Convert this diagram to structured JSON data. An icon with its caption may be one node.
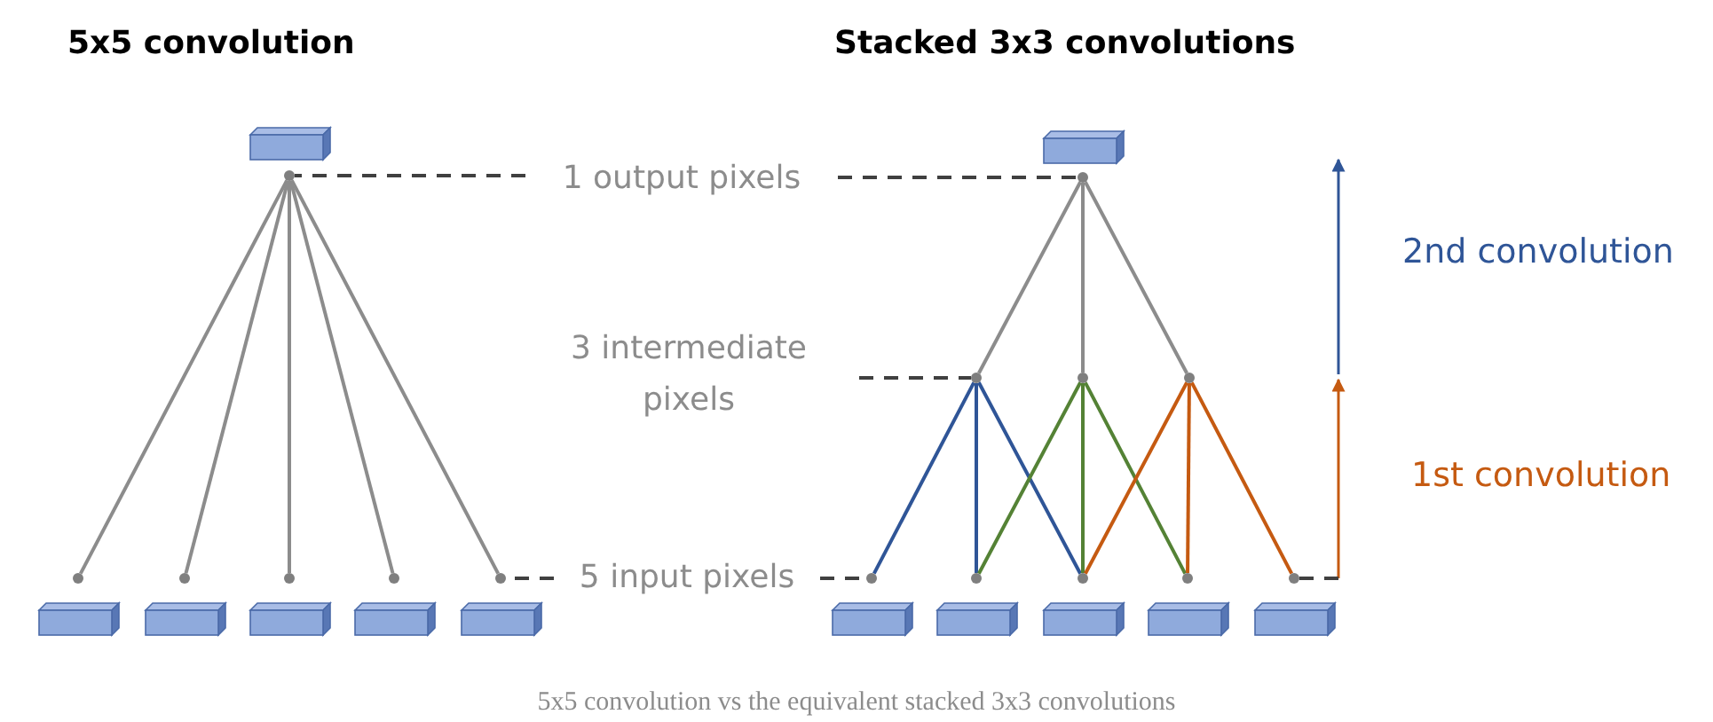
{
  "diagram": {
    "caption": "5x5 convolution vs the equivalent stacked 3x3 convolutions",
    "nodes": [
      {
        "text": [
          "1 output pixels"
        ]
      },
      {
        "text": [
          "3 intermediate pixels"
        ]
      },
      {
        "text": [
          "5 input pixels"
        ]
      },
      {
        "text": [],
        "shape": "circle"
      },
      {
        "text": [],
        "shape": "circle"
      },
      {
        "text": [],
        "shape": "circle"
      },
      {
        "text": [],
        "shape": "circle"
      },
      {
        "text": [],
        "shape": "circle"
      },
      {
        "text": [],
        "shape": "circle"
      },
      {
        "text": [],
        "shape": "circle"
      },
      {
        "text": [],
        "shape": "circle"
      },
      {
        "text": [],
        "shape": "circle"
      },
      {
        "text": [],
        "shape": "circle"
      },
      {
        "text": [],
        "shape": "circle"
      },
      {
        "text": [],
        "shape": "circle"
      },
      {
        "text": [],
        "shape": "circle"
      },
      {
        "text": [],
        "shape": "circle"
      },
      {
        "text": [],
        "shape": "circle"
      }
    ],
    "edges": [
      {
        "from": 3,
        "to": 4,
        "arrow": "none"
      },
      {
        "from": 3,
        "to": 5,
        "arrow": "none"
      },
      {
        "from": 3,
        "to": 6,
        "arrow": "none"
      },
      {
        "from": 3,
        "to": 7,
        "arrow": "none"
      },
      {
        "from": 3,
        "to": 8,
        "arrow": "none"
      },
      {
        "from": 9,
        "to": 10,
        "arrow": "none"
      },
      {
        "from": 9,
        "to": 11,
        "arrow": "none"
      },
      {
        "from": 9,
        "to": 12,
        "arrow": "none"
      },
      {
        "from": 10,
        "to": 13,
        "arrow": "none",
        "color": "#2f5597"
      },
      {
        "from": 10,
        "to": 14,
        "arrow": "none",
        "color": "#2f5597"
      },
      {
        "from": 10,
        "to": 15,
        "arrow": "none",
        "color": "#2f5597"
      },
      {
        "from": 11,
        "to": 14,
        "arrow": "none",
        "color": "#548235"
      },
      {
        "from": 11,
        "to": 15,
        "arrow": "none",
        "color": "#548235"
      },
      {
        "from": 11,
        "to": 16,
        "arrow": "none",
        "color": "#548235"
      },
      {
        "from": 12,
        "to": 15,
        "arrow": "none",
        "color": "#c55a11"
      },
      {
        "from": 12,
        "to": 16,
        "arrow": "none",
        "color": "#c55a11"
      },
      {
        "from": 12,
        "to": 17,
        "arrow": "none",
        "color": "#c55a11"
      },
      {
        "from": 0,
        "to": 3,
        "arrow": "none",
        "style": "dashed",
        "color": "#404040"
      },
      {
        "from": 0,
        "to": 9,
        "arrow": "none",
        "style": "dashed",
        "color": "#404040"
      },
      {
        "from": 1,
        "to": 10,
        "arrow": "none",
        "style": "dashed",
        "color": "#404040"
      },
      {
        "from": 2,
        "to": 8,
        "arrow": "none",
        "style": "dashed",
        "color": "#404040"
      },
      {
        "from": 2,
        "to": 13,
        "arrow": "none",
        "style": "dashed",
        "color": "#404040"
      },
      {
        "from": 17,
        "to": null,
        "arrow": "none",
        "style": "dashed",
        "color": "#404040"
      }
    ],
    "labels": [
      "5x5 convolution",
      "Stacked 3x3 convolutions",
      "2nd convolution",
      "1st convolution"
    ]
  }
}
